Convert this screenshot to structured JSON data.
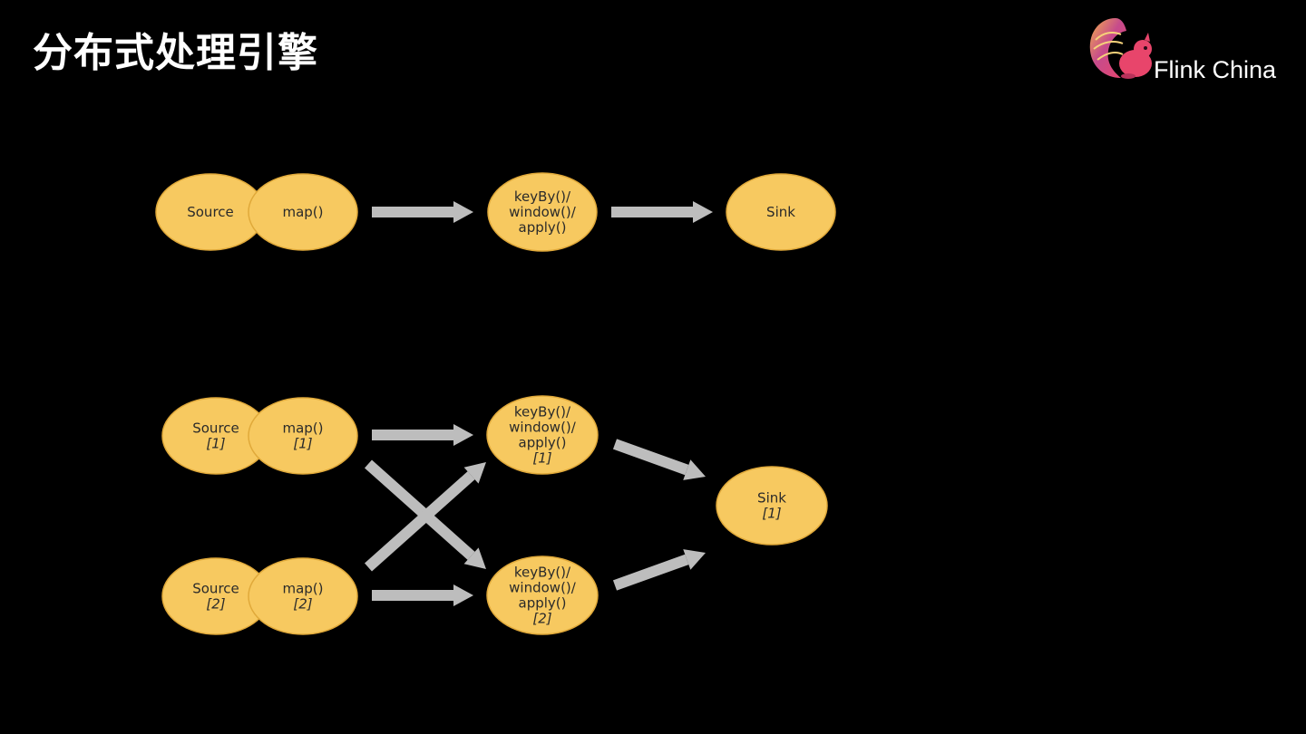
{
  "slide": {
    "title": "分布式处理引擎",
    "brand": "Flink China"
  },
  "colors": {
    "background": "#000000",
    "node_fill": "#f7c960",
    "node_stroke": "#e0a93a",
    "arrow": "#bdbdbd",
    "title_text": "#ffffff"
  },
  "icons": [
    "squirrel-logo-icon"
  ],
  "logical_graph": {
    "nodes": [
      {
        "id": "l-source",
        "lines": [
          "Source"
        ]
      },
      {
        "id": "l-map",
        "lines": [
          "map()"
        ]
      },
      {
        "id": "l-window",
        "lines": [
          "keyBy()/",
          "window()/",
          "apply()"
        ]
      },
      {
        "id": "l-sink",
        "lines": [
          "Sink"
        ]
      }
    ],
    "edges": [
      [
        "l-map",
        "l-window"
      ],
      [
        "l-window",
        "l-sink"
      ]
    ]
  },
  "parallel_graph": {
    "nodes": [
      {
        "id": "p-source-1",
        "lines": [
          "Source",
          "[1]"
        ]
      },
      {
        "id": "p-map-1",
        "lines": [
          "map()",
          "[1]"
        ]
      },
      {
        "id": "p-source-2",
        "lines": [
          "Source",
          "[2]"
        ]
      },
      {
        "id": "p-map-2",
        "lines": [
          "map()",
          "[2]"
        ]
      },
      {
        "id": "p-window-1",
        "lines": [
          "keyBy()/",
          "window()/",
          "apply()",
          "[1]"
        ]
      },
      {
        "id": "p-window-2",
        "lines": [
          "keyBy()/",
          "window()/",
          "apply()",
          "[2]"
        ]
      },
      {
        "id": "p-sink-1",
        "lines": [
          "Sink",
          "[1]"
        ]
      }
    ],
    "edges": [
      [
        "p-map-1",
        "p-window-1"
      ],
      [
        "p-map-1",
        "p-window-2"
      ],
      [
        "p-map-2",
        "p-window-1"
      ],
      [
        "p-map-2",
        "p-window-2"
      ],
      [
        "p-window-1",
        "p-sink-1"
      ],
      [
        "p-window-2",
        "p-sink-1"
      ]
    ]
  }
}
